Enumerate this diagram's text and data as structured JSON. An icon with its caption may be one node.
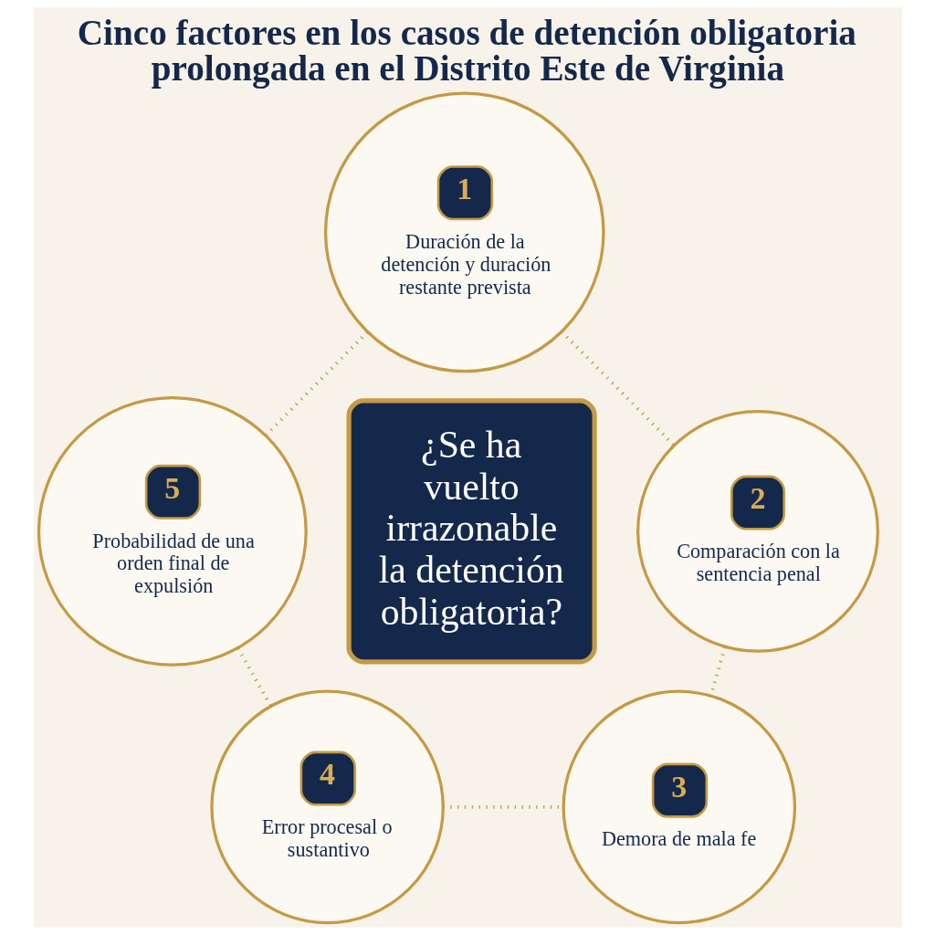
{
  "diagram": {
    "title": "Cinco factores en los casos de detención obligatoria prolongada en el Distrito Este de Virginia",
    "nodes": [
      {
        "text": [
          "1",
          "Duración de la detención y duración restante prevista"
        ]
      },
      {
        "text": [
          "2",
          "Comparación con la sentencia penal"
        ]
      },
      {
        "text": [
          "3",
          "Demora de mala fe"
        ]
      },
      {
        "text": [
          "4",
          "Error procesal o sustantivo"
        ]
      },
      {
        "text": [
          "5",
          "Probabilidad de una orden final de expulsión"
        ]
      },
      {
        "text": [
          "¿Se ha vuelto irrazonable la detención obligatoria?"
        ]
      }
    ],
    "edges": [
      {
        "from": 0,
        "to": 1,
        "arrow": "none",
        "style": "dashed"
      },
      {
        "from": 1,
        "to": 2,
        "arrow": "none",
        "style": "dashed"
      },
      {
        "from": 3,
        "to": 2,
        "arrow": "none",
        "style": "dashed"
      },
      {
        "from": 4,
        "to": 3,
        "arrow": "none",
        "style": "dashed"
      },
      {
        "from": 0,
        "to": 4,
        "arrow": "none",
        "style": "dashed"
      }
    ]
  }
}
